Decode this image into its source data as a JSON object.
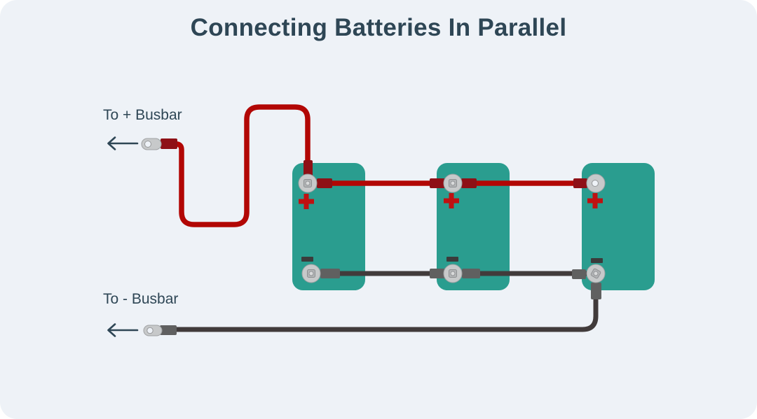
{
  "title": "Connecting Batteries In Parallel",
  "labels": {
    "positive_busbar": "To + Busbar",
    "negative_busbar": "To - Busbar"
  },
  "icons": {
    "left_arrow": "left-arrow",
    "plus": "+",
    "minus": "-"
  },
  "diagram": {
    "type": "wiring-diagram",
    "batteries": [
      {
        "name": "battery-1",
        "positive_mark": "+",
        "negative_mark": "-"
      },
      {
        "name": "battery-2",
        "positive_mark": "+",
        "negative_mark": "-"
      },
      {
        "name": "battery-3",
        "positive_mark": "+",
        "negative_mark": "-"
      }
    ],
    "cables": [
      {
        "name": "positive-cable",
        "color": "#b20705",
        "connects": "all + terminals",
        "leads_to": "To + Busbar"
      },
      {
        "name": "negative-cable",
        "color": "#413b3b",
        "connects": "all - terminals",
        "leads_to": "To - Busbar"
      }
    ]
  },
  "colors": {
    "bg_inner": "#eef2f7",
    "text_dark": "#2e4655",
    "battery_teal": "#2a9d8f",
    "wire_red": "#b20705",
    "sleeve_red": "#8e1016",
    "wire_dark": "#413b3b",
    "sleeve_gray": "#606060",
    "metal_light": "#c7c9ca",
    "plus_red": "#bf1111",
    "minus_dark": "#3b3b3b"
  }
}
